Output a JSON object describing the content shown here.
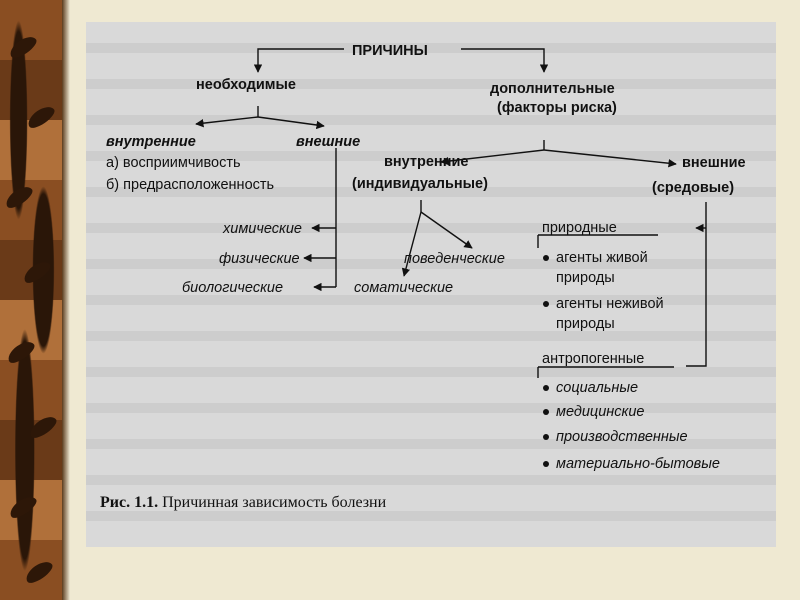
{
  "diagram": {
    "root": "ПРИЧИНЫ",
    "necessary": "необходимые",
    "additional_1": "дополнительные",
    "additional_2": "(факторы риска)",
    "nec_internal": "внутренние",
    "nec_external": "внешние",
    "nec_internal_items": [
      "а) восприимчивость",
      "б) предрасположенность"
    ],
    "ext_factors": [
      "химические",
      "физические",
      "биологические"
    ],
    "add_internal_1": "внутренние",
    "add_internal_2": "(индивидуальные)",
    "add_internal_items": [
      "поведенческие",
      "соматические"
    ],
    "add_external_1": "внешние",
    "add_external_2": "(средовые)",
    "natural": "природные",
    "natural_items": [
      [
        "агенты живой",
        "природы"
      ],
      [
        "агенты неживой",
        "природы"
      ]
    ],
    "anthropogenic": "антропогенные",
    "anthropogenic_items": [
      "социальные",
      "медицинские",
      "производственные",
      "материально-бытовые"
    ]
  },
  "caption": {
    "label": "Рис. 1.1.",
    "text": "Причинная зависимость болезни"
  }
}
